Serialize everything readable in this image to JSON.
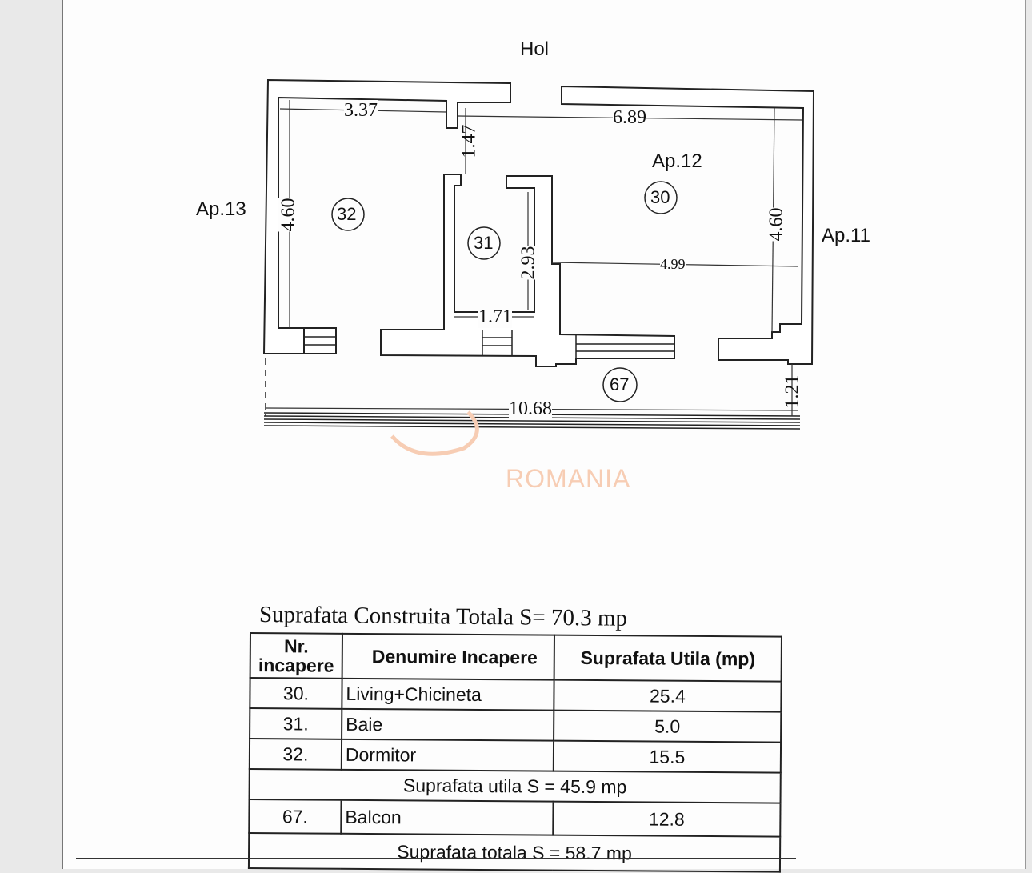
{
  "plan": {
    "labels": {
      "hall": "Hol",
      "ap13": "Ap.13",
      "ap12": "Ap.12",
      "ap11": "Ap.11"
    },
    "rooms": [
      "32",
      "31",
      "30",
      "67"
    ],
    "dimensions": {
      "d337": "3.37",
      "d147": "1.47",
      "d689": "6.89",
      "d460a": "4.60",
      "d460b": "4.60",
      "d293": "2.93",
      "d499": "4.99",
      "d171": "1.71",
      "d1068": "10.68",
      "d121": "1.21"
    },
    "watermark": "ROMANIA"
  },
  "table": {
    "title": "Suprafata Construita Totala S= 70.3 mp",
    "headers": [
      "Nr. incapere",
      "Denumire Incapere",
      "Suprafata Utila (mp)"
    ],
    "rows": [
      {
        "nr": "30.",
        "name": "Living+Chicineta",
        "area": "25.4"
      },
      {
        "nr": "31.",
        "name": "Baie",
        "area": "5.0"
      },
      {
        "nr": "32.",
        "name": "Dormitor",
        "area": "15.5"
      }
    ],
    "usable_total": "Suprafata utila S = 45.9 mp",
    "balcony": {
      "nr": "67.",
      "name": "Balcon",
      "area": "12.8"
    },
    "grand_total": "Suprafata totala S =  58.7 mp"
  }
}
